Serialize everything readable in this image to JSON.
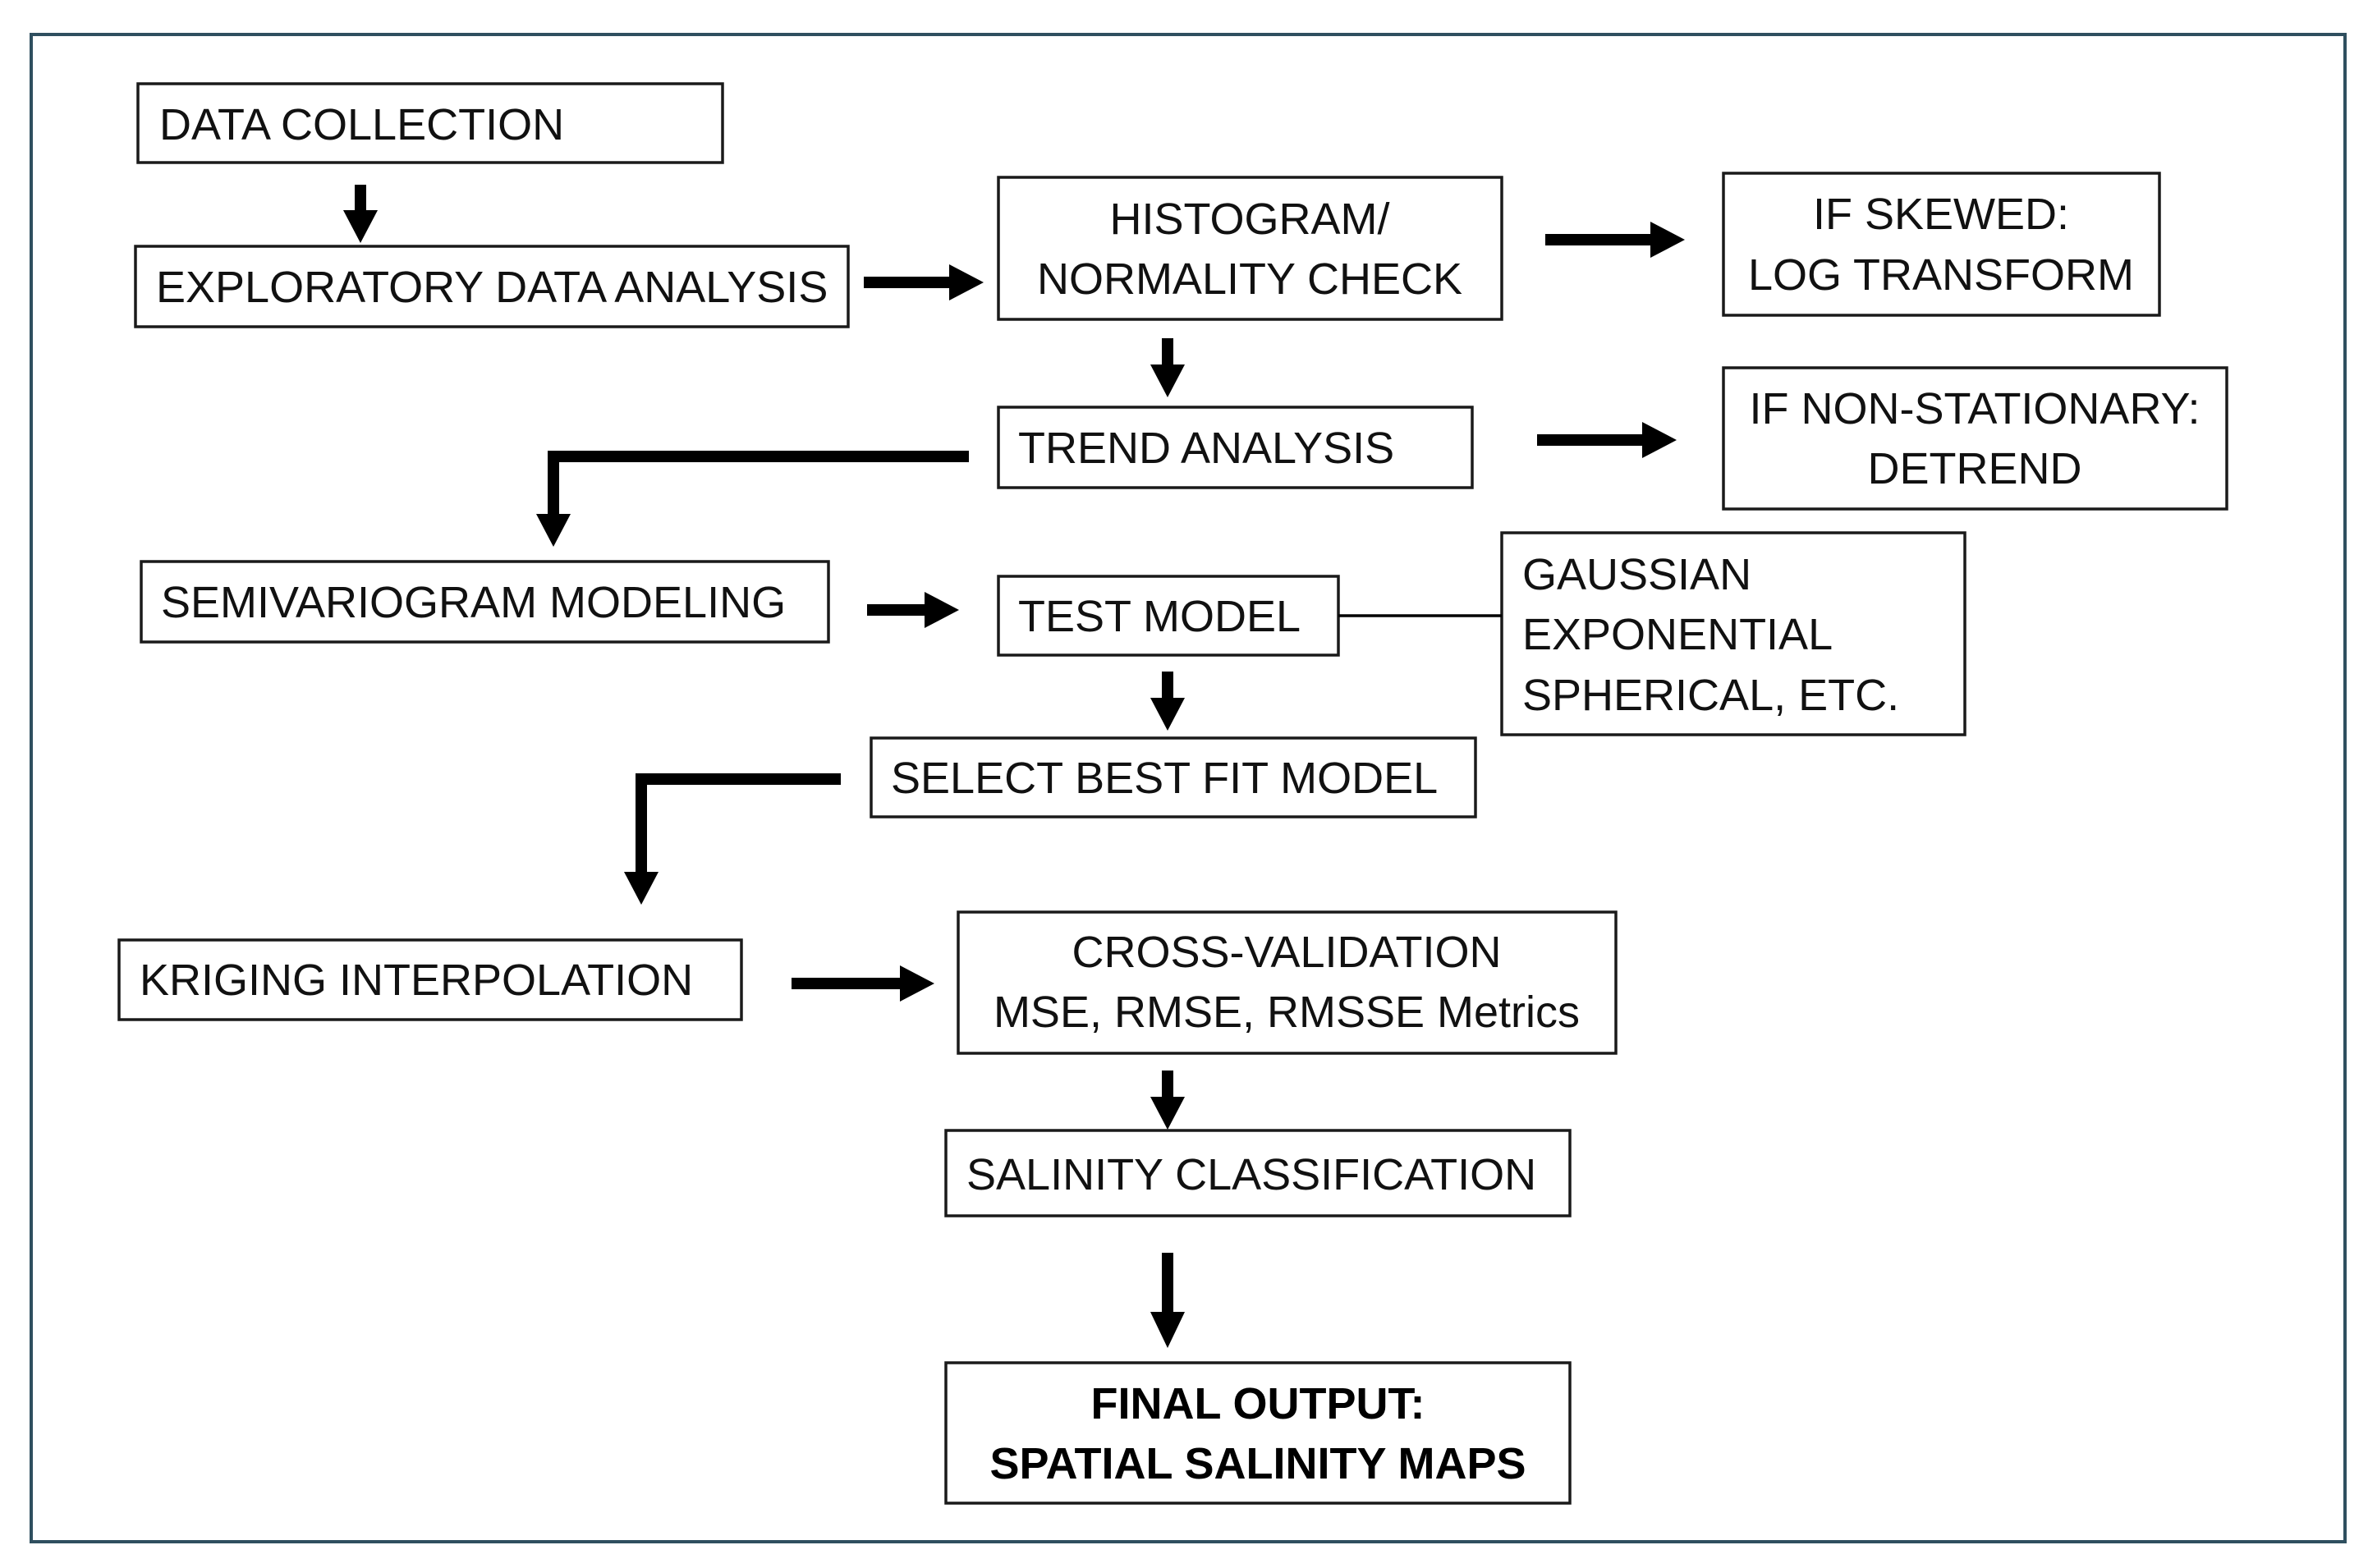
{
  "boxes": {
    "data_collection": "DATA COLLECTION",
    "eda": "EXPLORATORY DATA ANALYSIS",
    "histogram": [
      "HISTOGRAM/",
      "NORMALITY CHECK"
    ],
    "if_skewed": [
      "IF SKEWED:",
      "LOG TRANSFORM"
    ],
    "trend": "TREND ANALYSIS",
    "if_nonstationary": [
      "IF NON-STATIONARY:",
      "DETREND"
    ],
    "semivariogram": "SEMIVARIOGRAM MODELING",
    "test_model": "TEST MODEL",
    "models": [
      "GAUSSIAN",
      "EXPONENTIAL",
      "SPHERICAL, ETC."
    ],
    "select_best": "SELECT BEST FIT MODEL",
    "kriging": "KRIGING INTERPOLATION",
    "cross_validation": [
      "CROSS-VALIDATION",
      "MSE, RMSE, RMSSE Metrics"
    ],
    "salinity_classification": "SALINITY CLASSIFICATION",
    "final_output": [
      "FINAL OUTPUT:",
      "SPATIAL SALINITY MAPS"
    ]
  }
}
